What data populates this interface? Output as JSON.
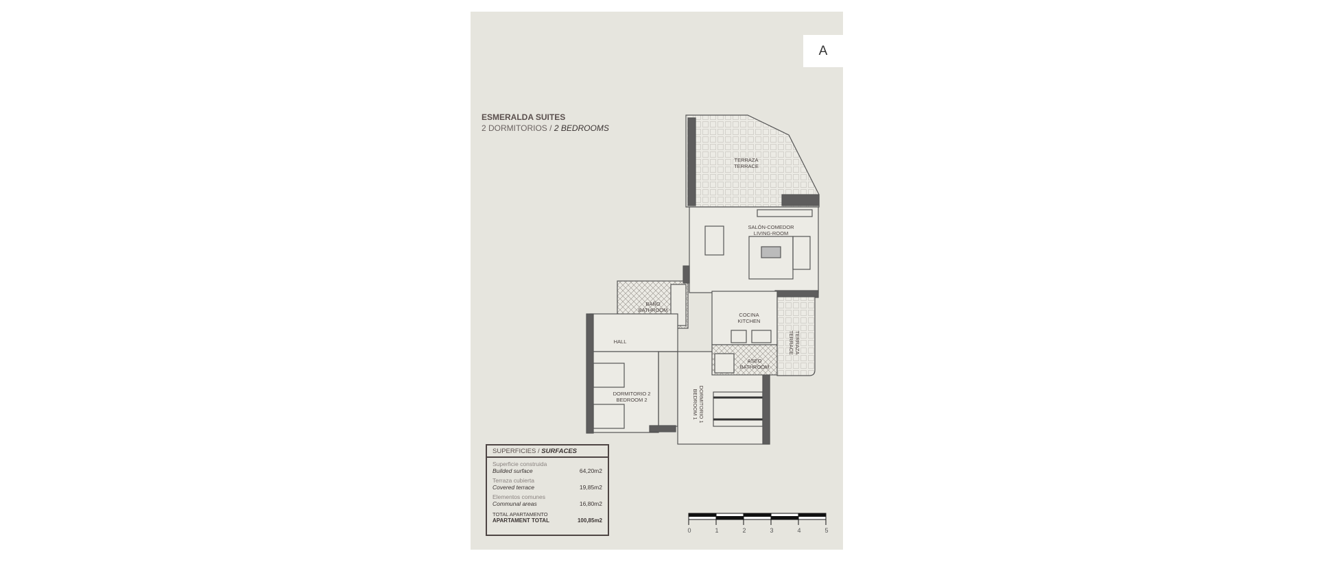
{
  "plan_tag": "A",
  "header": {
    "title": "ESMERALDA SUITES",
    "subtitle_es": "2 DORMITORIOS /",
    "subtitle_en": "2 BEDROOMS"
  },
  "rooms": {
    "terrace_main": [
      "TERRAZA",
      "TERRACE"
    ],
    "living": [
      "SALÓN-COMEDOR",
      "LIVING-ROOM"
    ],
    "bathroom": [
      "BAÑO",
      "BATHROOM"
    ],
    "kitchen": [
      "COCINA",
      "KITCHEN"
    ],
    "hall": "HALL",
    "toilet": [
      "ASEO",
      "BATHROOM"
    ],
    "terrace_small": [
      "TERRAZA",
      "TERRACE"
    ],
    "bedroom2": [
      "DORMITORIO 2",
      "BEDROOM 2"
    ],
    "bedroom1": [
      "DORMITORIO 1",
      "BEDROOM 1"
    ]
  },
  "surfaces": {
    "title_es": "SUPERFICIES /",
    "title_en": "SURFACES",
    "rows": [
      {
        "es": "Superficie construida",
        "en": "Builded surface",
        "value": "64,20m2"
      },
      {
        "es": "Terraza cubierta",
        "en": "Covered terrace",
        "value": "19,85m2"
      },
      {
        "es": "Elementos comunes",
        "en": "Communal areas",
        "value": "16,80m2"
      }
    ],
    "total": {
      "es": "TOTAL APARTAMENTO",
      "en": "APARTAMENT TOTAL",
      "value": "100,85m2"
    }
  },
  "scale_bar": {
    "labels": [
      "0",
      "1",
      "2",
      "3",
      "4",
      "5"
    ]
  },
  "colors": {
    "panel": "#e6e5de",
    "wall": "#5a5858",
    "text": "#4a4240"
  }
}
